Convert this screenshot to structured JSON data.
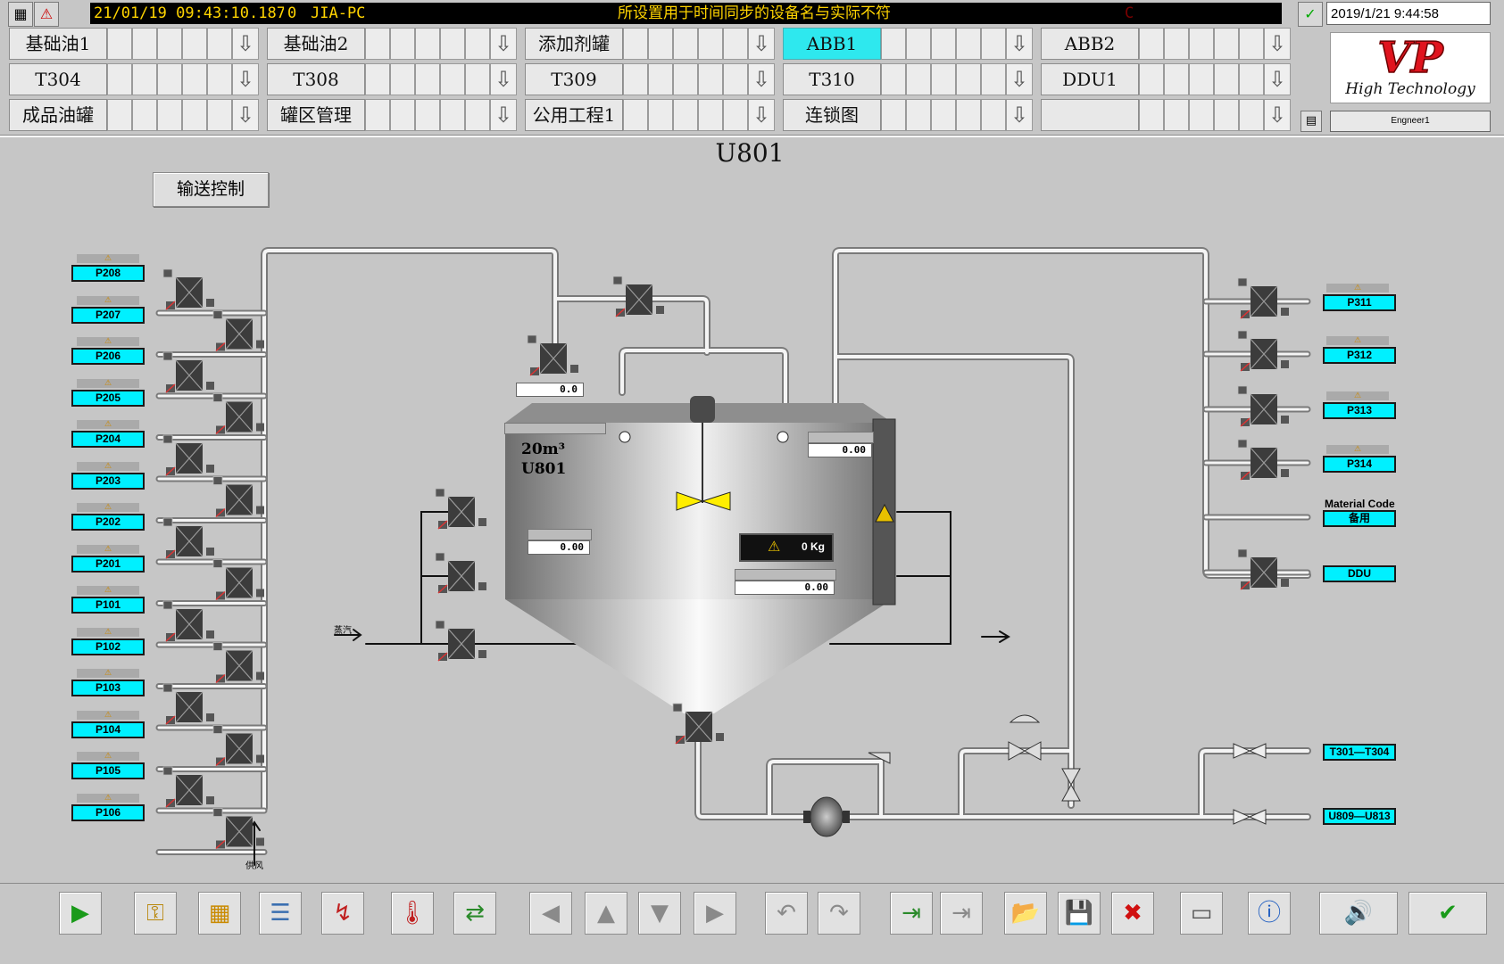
{
  "status": {
    "datetime": "21/01/19 09:43:10.187",
    "code": "0",
    "host": "JIA-PC",
    "message": "所设置用于时间同步的设备名与实际不符",
    "alarm_tail": "C",
    "clock": "2019/1/21 9:44:58"
  },
  "nav": [
    [
      "基础油1",
      "基础油2",
      "添加剂罐",
      "ABB1",
      "ABB2"
    ],
    [
      "T304",
      "T308",
      "T309",
      "T310",
      "DDU1"
    ],
    [
      "成品油罐",
      "罐区管理",
      "公用工程1",
      "连锁图",
      ""
    ]
  ],
  "active_nav": "ABB1",
  "logo": {
    "text": "VP",
    "sub": "High Technology"
  },
  "user": "Engneer1",
  "page_title": "U801",
  "convey_button": "输送控制",
  "tank": {
    "capacity": "20m³",
    "name": "U801",
    "weight": "0 Kg"
  },
  "values": {
    "inlet": "0.0",
    "right_top": "0.00",
    "left_mid": "0.00",
    "center": "0.00"
  },
  "left_tags": [
    "P208",
    "P207",
    "P206",
    "P205",
    "P204",
    "P203",
    "P202",
    "P201",
    "P101",
    "P102",
    "P103",
    "P104",
    "P105",
    "P106"
  ],
  "right_tags": [
    "P311",
    "P312",
    "P313",
    "P314",
    "备用",
    "DDU"
  ],
  "material_code": "Material Code",
  "dest_tags": [
    "T301—T304",
    "U809—U813"
  ],
  "labels": {
    "steam": "蒸汽",
    "air": "供风"
  },
  "colors": {
    "tag": "#00f0ff",
    "status_text": "#ffd400",
    "active": "#2ee8ee",
    "logo_red": "#e0141e"
  },
  "toolbar_icons": [
    "play-icon",
    "keys-icon",
    "new-report-icon",
    "list-report-icon",
    "trend-chart-icon",
    "thermometer-report-icon",
    "transfer-icon",
    "arrow-left-icon",
    "arrow-up-icon",
    "arrow-down-icon",
    "arrow-right-icon",
    "undo-icon",
    "redo-icon",
    "import-icon",
    "export-icon",
    "open-folder-icon",
    "save-icon",
    "delete-icon",
    "monitor-icon",
    "info-icon",
    "sound-check-icon",
    "acknowledge-icon"
  ]
}
